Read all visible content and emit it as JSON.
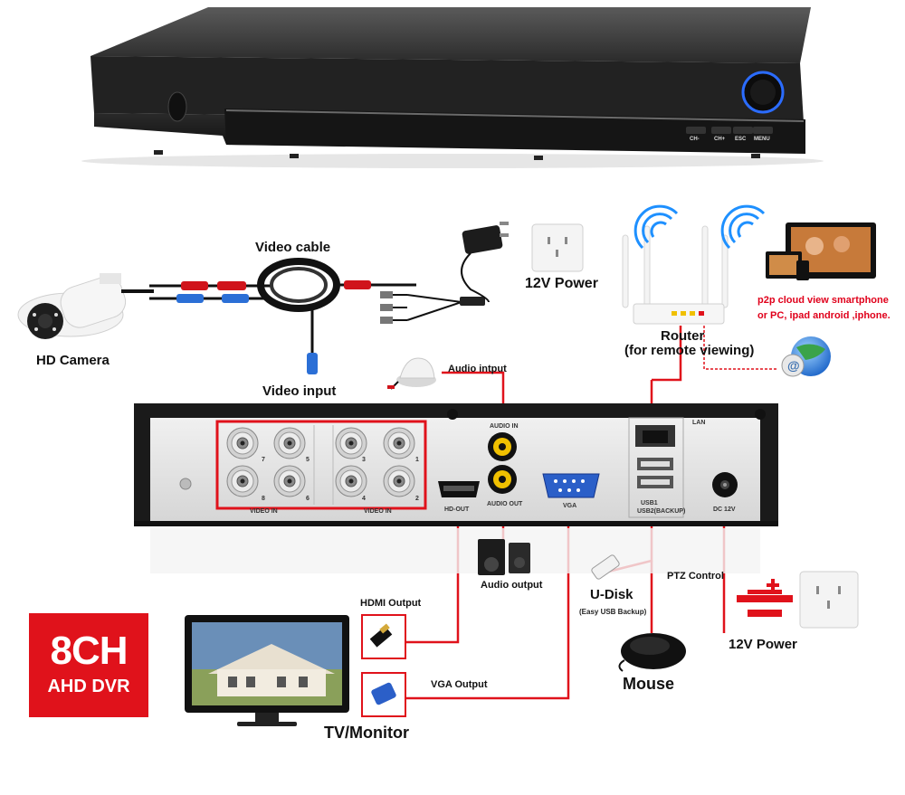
{
  "dvr_front": {
    "buttons": [
      "CH-",
      "CH+",
      "ESC",
      "MENU"
    ]
  },
  "labels": {
    "video_cable": "Video cable",
    "hd_camera": "HD Camera",
    "video_input": "Video input",
    "power_top": "12V Power",
    "router": "Router",
    "router_sub": "(for remote viewing)",
    "p2p_line1": "p2p cloud  view smartphone",
    "p2p_line2": "or PC, ipad android ,iphone.",
    "audio_input": "Audio intput",
    "audio_output": "Audio output",
    "hdmi_output": "HDMI Output",
    "vga_output": "VGA Output",
    "udisk": "U-Disk",
    "udisk_sub": "(Easy USB Backup)",
    "ptz": "PTZ Control",
    "mouse": "Mouse",
    "power_bottom": "12V Power",
    "tv_monitor": "TV/Monitor"
  },
  "panel": {
    "channels": [
      "7",
      "5",
      "3",
      "1",
      "8",
      "6",
      "4",
      "2"
    ],
    "video_in": "VIDEO IN",
    "audio_in": "AUDIO IN",
    "audio_out": "AUDIO OUT",
    "hd_out": "HD-OUT",
    "vga": "VGA",
    "lan": "LAN",
    "usb1": "USB1",
    "usb2": "USB2(BACKUP)",
    "dc12v": "DC 12V"
  },
  "badge": {
    "line1": "8CH",
    "line2": "AHD DVR"
  },
  "colors": {
    "accent_red": "#e0121b",
    "panel_grey": "#e4e4e4",
    "dvr_black": "#1c1c1c"
  }
}
